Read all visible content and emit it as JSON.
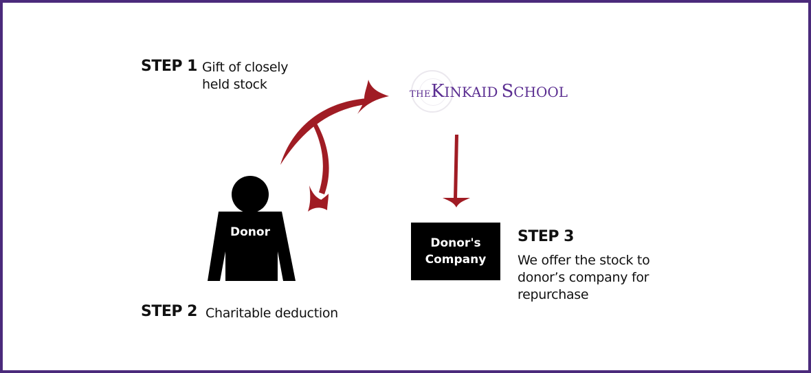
{
  "colors": {
    "border": "#4b2a7b",
    "arrow": "#a01c24",
    "logo": "#5b2e91",
    "figure": "#000000",
    "text": "#111111"
  },
  "logo": {
    "the": "THE",
    "k": "K",
    "inkaid": "INKAID",
    "s": "S",
    "chool": "CHOOL",
    "icon": "school-seal-icon"
  },
  "step1": {
    "label": "STEP 1",
    "line1": "Gift of closely",
    "line2": "held stock"
  },
  "step2": {
    "label": "STEP 2",
    "text": "Charitable deduction"
  },
  "step3": {
    "label": "STEP 3",
    "line1": "We offer the stock to",
    "line2": "donor’s company for",
    "line3": "repurchase"
  },
  "donor": {
    "label": "Donor",
    "icon": "person-silhouette-icon"
  },
  "company": {
    "line1": "Donor's",
    "line2": "Company"
  },
  "arrows": [
    {
      "name": "donor-to-school-arrow",
      "from": "Donor",
      "to": "The Kinkaid School"
    },
    {
      "name": "school-to-donor-arrow",
      "from": "The Kinkaid School",
      "to": "Donor"
    },
    {
      "name": "school-to-company-arrow",
      "from": "The Kinkaid School",
      "to": "Donor's Company"
    }
  ]
}
